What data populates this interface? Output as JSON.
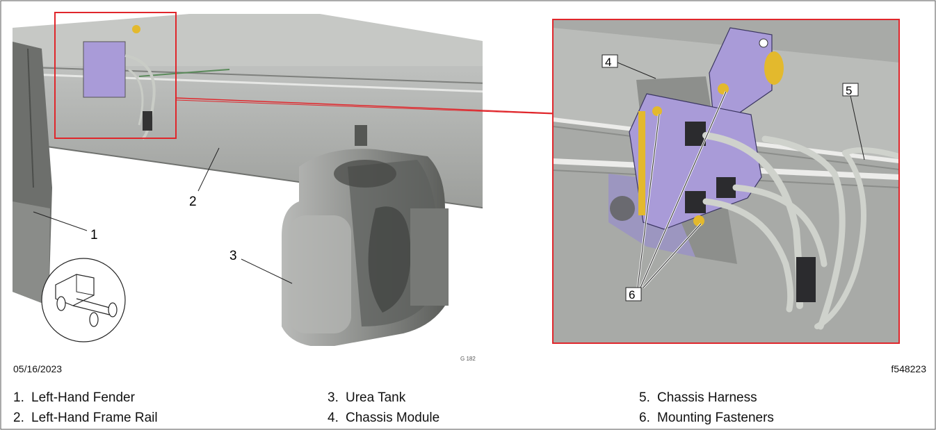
{
  "figure": {
    "date": "05/16/2023",
    "figure_id": "f548223",
    "drawing_ref": "G 182",
    "callouts": [
      "1",
      "2",
      "3",
      "4",
      "5",
      "6"
    ],
    "colors": {
      "highlight_box": "#e0262b",
      "frame_rail": "#a9aba8",
      "bracket": "#a99bd8",
      "fastener": "#e3b92d",
      "harness": "#c9ccc6"
    }
  },
  "legend": [
    {
      "num": "1.",
      "label": "Left-Hand Fender"
    },
    {
      "num": "2.",
      "label": "Left-Hand Frame Rail"
    },
    {
      "num": "3.",
      "label": "Urea Tank"
    },
    {
      "num": "4.",
      "label": "Chassis Module"
    },
    {
      "num": "5.",
      "label": "Chassis Harness"
    },
    {
      "num": "6.",
      "label": "Mounting Fasteners"
    }
  ]
}
